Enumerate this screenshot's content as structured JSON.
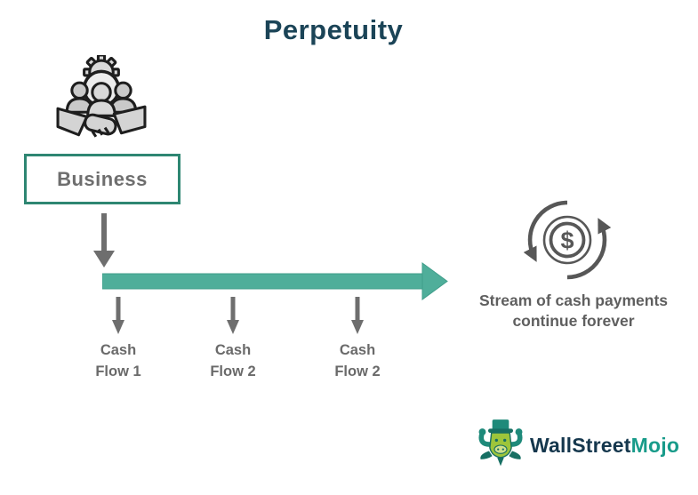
{
  "title": "Perpetuity",
  "business": {
    "label": "Business"
  },
  "flow": {
    "cash_flows": [
      {
        "label": "Cash\nFlow 1"
      },
      {
        "label": "Cash\nFlow 2"
      },
      {
        "label": "Cash\nFlow 2"
      }
    ]
  },
  "note": {
    "text": "Stream of cash payments\ncontinue forever"
  },
  "logo": {
    "text_primary": "WallStreet",
    "text_secondary": "Mojo"
  },
  "icons": {
    "business": "business-team-handshake-icon",
    "down_arrow": "gray-down-arrow",
    "timeline": "teal-right-arrow",
    "cycle": "dollar-cycle-icon",
    "mascot": "wallstreetmojo-bull-icon"
  },
  "colors": {
    "title": "#1B4457",
    "box_border": "#2E8672",
    "arrow_teal": "#4FAE9A",
    "text_gray": "#6A6A6A",
    "icon_gray": "#575757",
    "logo_navy": "#15374D",
    "logo_teal": "#189B8A"
  }
}
